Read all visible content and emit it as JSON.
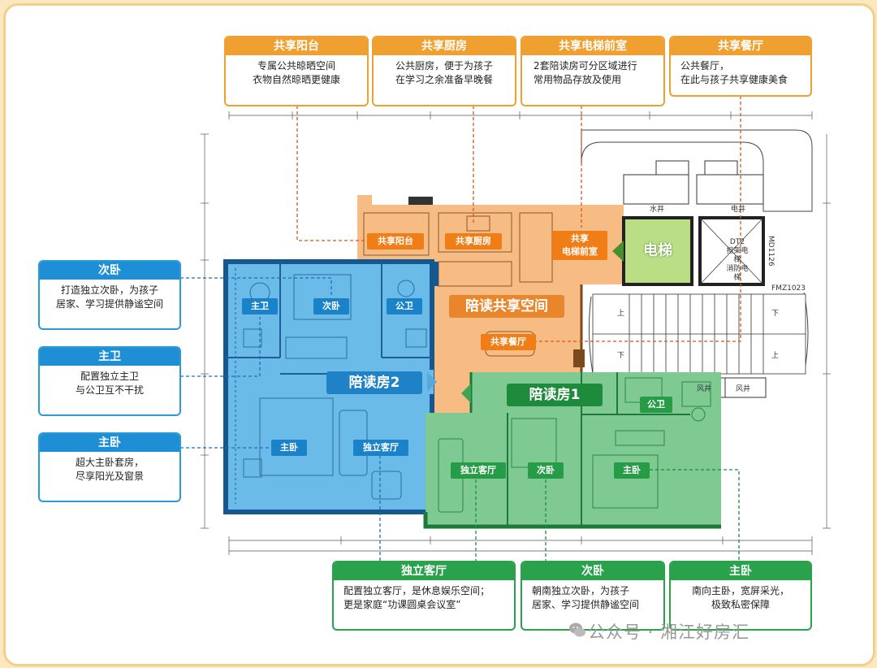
{
  "callouts_top": [
    {
      "title": "共享阳台",
      "lines": [
        "专属公共晾晒空间",
        "衣物自然晾晒更健康"
      ]
    },
    {
      "title": "共享厨房",
      "lines": [
        "公共厨房，便于为孩子",
        "在学习之余准备早晚餐"
      ]
    },
    {
      "title": "共享电梯前室",
      "lines": [
        "2套陪读房可分区域进行",
        "常用物品存放及使用"
      ]
    },
    {
      "title": "共享餐厅",
      "lines": [
        "公共餐厅，",
        "在此与孩子共享健康美食"
      ]
    }
  ],
  "callouts_left": [
    {
      "title": "次卧",
      "lines": [
        "打造独立次卧，为孩子",
        "居家、学习提供静谧空间"
      ]
    },
    {
      "title": "主卫",
      "lines": [
        "配置独立主卫",
        "与公卫互不干扰"
      ]
    },
    {
      "title": "主卧",
      "lines": [
        "超大主卧套房，",
        "尽享阳光及窗景"
      ]
    }
  ],
  "callouts_bottom": [
    {
      "title": "独立客厅",
      "lines": [
        "配置独立客厅，是休息娱乐空间；",
        "更是家庭“功课圆桌会议室”"
      ]
    },
    {
      "title": "次卧",
      "lines": [
        "朝南独立次卧，为孩子",
        "居家、学习提供静谧空间"
      ]
    },
    {
      "title": "主卧",
      "lines": [
        "南向主卧，宽屏采光，",
        "极致私密保障"
      ]
    }
  ],
  "plan": {
    "shared_space": "陪读共享空间",
    "unit2": "陪读房2",
    "unit1": "陪读房1",
    "elevator": "电梯",
    "shared_tags": {
      "balcony": "共享阳台",
      "kitchen": "共享厨房",
      "lobby_line1": "共享",
      "lobby_line2": "电梯前室",
      "dining": "共享餐厅"
    },
    "unit2_tags": {
      "master_bath": "主卫",
      "second_bed": "次卧",
      "public_bath": "公卫",
      "master_bed": "主卧",
      "living": "独立客厅"
    },
    "unit1_tags": {
      "public_bath": "公卫",
      "living": "独立客厅",
      "second_bed": "次卧",
      "master_bed": "主卧"
    },
    "core_labels": {
      "water_well": "水井",
      "power_well": "电井",
      "dt2_line1": "DT2",
      "dt2_line2": "担架电梯",
      "dt2_line3": "消防电梯",
      "md": "MD1126",
      "fmz": "FMZ1023",
      "up1": "上",
      "down1": "下",
      "down2": "下",
      "up2": "上",
      "wind1": "风井",
      "wind2": "风井"
    }
  },
  "watermark": "公众号 · 湘江好房汇",
  "colors": {
    "shared": "#f5b57a",
    "unit2": "#6ab8e8",
    "unit1": "#7cc98f",
    "elevator": "#b9de86"
  }
}
